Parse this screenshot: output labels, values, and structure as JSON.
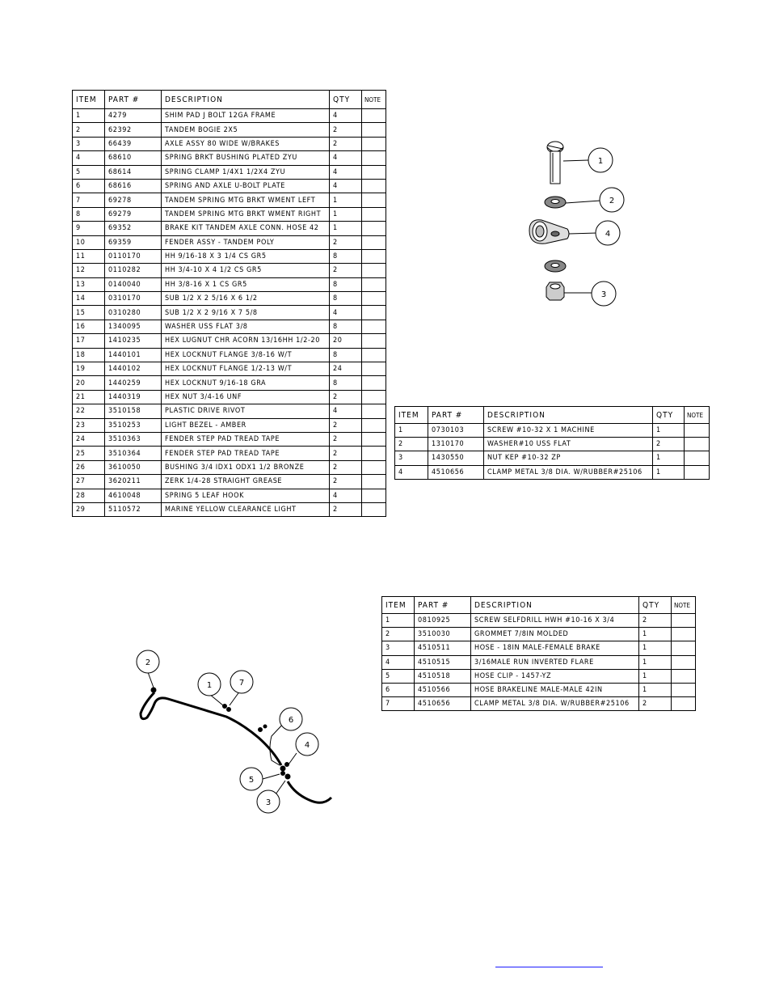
{
  "table_headers": {
    "item": "ITEM",
    "part": "PART #",
    "description": "DESCRIPTION",
    "qty": "QTY",
    "note": "NOTE"
  },
  "main_table": [
    {
      "item": "1",
      "part": "4279",
      "description": "SHIM PAD   J BOLT 12GA FRAME",
      "qty": "4"
    },
    {
      "item": "2",
      "part": "62392",
      "description": "TANDEM BOGIE   2X5",
      "qty": "2"
    },
    {
      "item": "3",
      "part": "66439",
      "description": "AXLE ASSY 80 WIDE W/BRAKES",
      "qty": "2"
    },
    {
      "item": "4",
      "part": "68610",
      "description": "SPRING BRKT BUSHING PLATED ZYU",
      "qty": "4"
    },
    {
      "item": "5",
      "part": "68614",
      "description": "SPRING CLAMP   1/4X1 1/2X4  ZYU",
      "qty": "4"
    },
    {
      "item": "6",
      "part": "68616",
      "description": "SPRING AND AXLE U-BOLT PLATE",
      "qty": "4"
    },
    {
      "item": "7",
      "part": "69278",
      "description": "TANDEM SPRING MTG BRKT WMENT LEFT",
      "qty": "1"
    },
    {
      "item": "8",
      "part": "69279",
      "description": "TANDEM SPRING MTG BRKT WMENT RIGHT",
      "qty": "1"
    },
    {
      "item": "9",
      "part": "69352",
      "description": "BRAKE KIT TANDEM AXLE CONN. HOSE 42",
      "qty": "1"
    },
    {
      "item": "10",
      "part": "69359",
      "description": "FENDER ASSY - TANDEM POLY",
      "qty": "2"
    },
    {
      "item": "11",
      "part": "0110170",
      "description": "HH 9/16-18 X 3 1/4 CS GR5",
      "qty": "8"
    },
    {
      "item": "12",
      "part": "0110282",
      "description": "HH 3/4-10 X 4 1/2 CS GR5",
      "qty": "2"
    },
    {
      "item": "13",
      "part": "0140040",
      "description": "HH 3/8-16 X 1 CS GR5",
      "qty": "8"
    },
    {
      "item": "14",
      "part": "0310170",
      "description": "SUB 1/2 X 2 5/16 X 6 1/2",
      "qty": "8"
    },
    {
      "item": "15",
      "part": "0310280",
      "description": "SUB 1/2 X 2 9/16 X 7 5/8",
      "qty": "4"
    },
    {
      "item": "16",
      "part": "1340095",
      "description": "WASHER USS FLAT 3/8",
      "qty": "8"
    },
    {
      "item": "17",
      "part": "1410235",
      "description": "HEX LUGNUT CHR ACORN 13/16HH 1/2-20",
      "qty": "20"
    },
    {
      "item": "18",
      "part": "1440101",
      "description": "HEX LOCKNUT FLANGE 3/8-16 W/T",
      "qty": "8"
    },
    {
      "item": "19",
      "part": "1440102",
      "description": "HEX LOCKNUT FLANGE 1/2-13 W/T",
      "qty": "24"
    },
    {
      "item": "20",
      "part": "1440259",
      "description": "HEX LOCKNUT 9/16-18 GRA",
      "qty": "8"
    },
    {
      "item": "21",
      "part": "1440319",
      "description": "HEX NUT 3/4-16 UNF",
      "qty": "2"
    },
    {
      "item": "22",
      "part": "3510158",
      "description": "PLASTIC DRIVE RIVOT",
      "qty": "4"
    },
    {
      "item": "23",
      "part": "3510253",
      "description": "LIGHT BEZEL - AMBER",
      "qty": "2"
    },
    {
      "item": "24",
      "part": "3510363",
      "description": "FENDER STEP PAD TREAD TAPE",
      "qty": "2"
    },
    {
      "item": "25",
      "part": "3510364",
      "description": "FENDER STEP PAD TREAD TAPE",
      "qty": "2"
    },
    {
      "item": "26",
      "part": "3610050",
      "description": "BUSHING  3/4 IDX1 ODX1 1/2 BRONZE",
      "qty": "2"
    },
    {
      "item": "27",
      "part": "3620211",
      "description": "ZERK  1/4-28 STRAIGHT GREASE",
      "qty": "2"
    },
    {
      "item": "28",
      "part": "4610048",
      "description": "SPRING  5 LEAF HOOK",
      "qty": "4"
    },
    {
      "item": "29",
      "part": "5110572",
      "description": "MARINE YELLOW CLEARANCE LIGHT",
      "qty": "2"
    }
  ],
  "clamp_table": [
    {
      "item": "1",
      "part": "0730103",
      "description": "SCREW #10-32 X 1 MACHINE",
      "qty": "1"
    },
    {
      "item": "2",
      "part": "1310170",
      "description": "WASHER#10 USS FLAT",
      "qty": "2"
    },
    {
      "item": "3",
      "part": "1430550",
      "description": "NUT KEP #10-32 ZP",
      "qty": "1"
    },
    {
      "item": "4",
      "part": "4510656",
      "description": "CLAMP METAL 3/8 DIA. W/RUBBER#25106",
      "qty": "1"
    }
  ],
  "brake_table": [
    {
      "item": "1",
      "part": "0810925",
      "description": "SCREW SELFDRILL HWH #10-16 X 3/4",
      "qty": "2"
    },
    {
      "item": "2",
      "part": "3510030",
      "description": "GROMMET  7/8IN MOLDED",
      "qty": "1"
    },
    {
      "item": "3",
      "part": "4510511",
      "description": "HOSE - 18IN MALE-FEMALE BRAKE",
      "qty": "1"
    },
    {
      "item": "4",
      "part": "4510515",
      "description": "3/16MALE RUN INVERTED FLARE",
      "qty": "1"
    },
    {
      "item": "5",
      "part": "4510518",
      "description": "HOSE CLIP - 1457-YZ",
      "qty": "1"
    },
    {
      "item": "6",
      "part": "4510566",
      "description": "HOSE BRAKELINE MALE-MALE 42IN",
      "qty": "1"
    },
    {
      "item": "7",
      "part": "4510656",
      "description": "CLAMP METAL 3/8 DIA. W/RUBBER#25106",
      "qty": "2"
    }
  ],
  "clamp_callouts": [
    "1",
    "2",
    "4",
    "3"
  ],
  "brake_callouts": [
    "2",
    "1",
    "7",
    "6",
    "4",
    "5",
    "3"
  ],
  "link_color": "#1a1aff"
}
